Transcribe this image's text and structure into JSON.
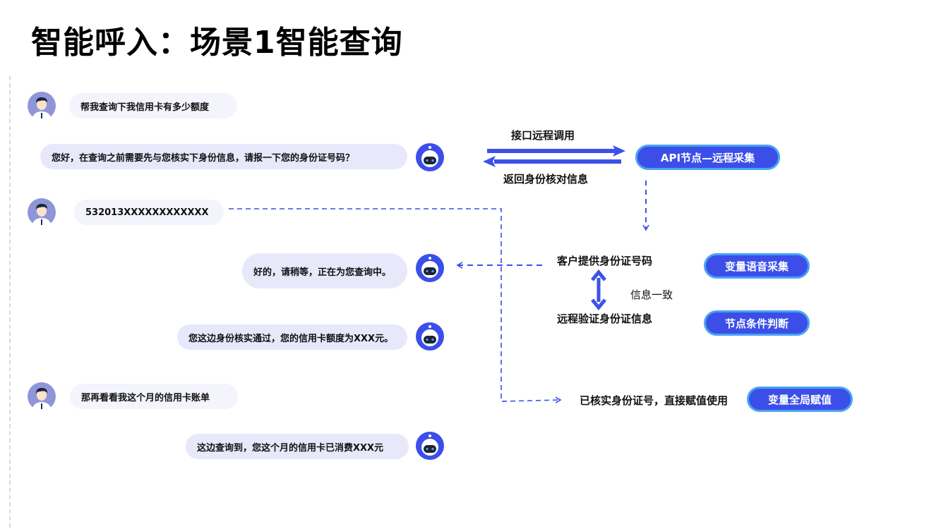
{
  "title": "智能呼入：场景1智能查询",
  "colors": {
    "accent": "#3b4fe8",
    "pill_border": "#4aa3f5",
    "dashed_line": "#3b4fe8",
    "user_bubble": "#f3f4fc",
    "bot_bubble": "#e7e9fb",
    "avatar_bg": "#8e96d8"
  },
  "conversation": [
    {
      "role": "user",
      "icon": "user-avatar-icon",
      "text": "帮我查询下我信用卡有多少额度"
    },
    {
      "role": "bot",
      "icon": "robot-icon",
      "text": "您好，在查询之前需要先与您核实下身份信息，请报一下您的身份证号码？"
    },
    {
      "role": "user",
      "icon": "user-avatar-icon",
      "text": "532013XXXXXXXXXXXX"
    },
    {
      "role": "bot",
      "icon": "robot-icon",
      "text": "好的，请稍等，正在为您查询中。"
    },
    {
      "role": "bot",
      "icon": "robot-icon",
      "text": "您这边身份核实通过，您的信用卡额度为XXX元。"
    },
    {
      "role": "user",
      "icon": "user-avatar-icon",
      "text": "那再看看我这个月的信用卡账单"
    },
    {
      "role": "bot",
      "icon": "robot-icon",
      "text": "这边查询到，您这个月的信用卡已消费XXX元"
    }
  ],
  "flow": {
    "api_call_label": "接口远程调用",
    "api_return_label": "返回身份核对信息",
    "api_node": "API节点—远程采集",
    "customer_provides": "客户提供身份证号码",
    "consistent": "信息一致",
    "remote_verify": "远程验证身份证信息",
    "voice_collect_node": "变量语音采集",
    "condition_node": "节点条件判断",
    "verified_label": "已核实身份证号，直接赋值使用",
    "global_assign_node": "变量全局赋值"
  }
}
